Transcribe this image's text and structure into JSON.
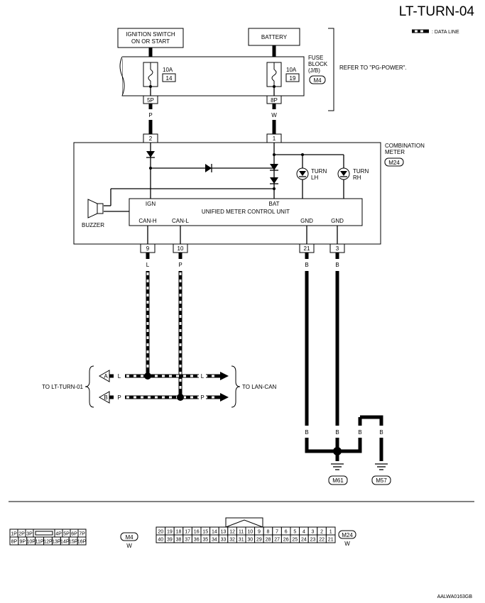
{
  "title": "LT-TURN-04",
  "legend": {
    "data_line": ": DATA LINE"
  },
  "ignition_switch": {
    "line1": "IGNITION SWITCH",
    "line2": "ON OR START"
  },
  "battery": "BATTERY",
  "fuse_block": {
    "line1": "FUSE",
    "line2": "BLOCK",
    "line3": "(J/B)",
    "connector": "M4",
    "refer": "REFER TO \"PG-POWER\".",
    "fuse_left": {
      "amp": "10A",
      "number": "14",
      "terminal": "5P",
      "wire": "P"
    },
    "fuse_right": {
      "amp": "10A",
      "number": "19",
      "terminal": "8P",
      "wire": "W"
    }
  },
  "combination_meter": {
    "line1": "COMBINATION",
    "line2": "METER",
    "connector": "M24",
    "pin_ign": "2",
    "pin_bat": "1",
    "turn_lh_1": "TURN",
    "turn_lh_2": "LH",
    "turn_rh_1": "TURN",
    "turn_rh_2": "RH",
    "ign": "IGN",
    "bat": "BAT",
    "unit": "UNIFIED METER CONTROL UNIT",
    "can_h": "CAN-H",
    "can_l": "CAN-L",
    "gnd1": "GND",
    "gnd2": "GND",
    "buzzer": "BUZZER",
    "pins": [
      "9",
      "10",
      "21",
      "3"
    ],
    "wires": [
      "L",
      "P",
      "B",
      "B"
    ]
  },
  "can": {
    "to_lt_turn": "TO LT-TURN-01",
    "to_lan_can": "TO LAN-CAN",
    "a": "A",
    "b": "B",
    "l_left": "L",
    "l_right": "L",
    "p_left": "P",
    "p_right": "P"
  },
  "ground": {
    "w1": "B",
    "w2": "B",
    "w3": "B",
    "w4": "B",
    "m61": "M61",
    "m57": "M57"
  },
  "connector_m4": {
    "row1": [
      "1P",
      "2P",
      "3P",
      "",
      "4P",
      "5P",
      "6P",
      "7P"
    ],
    "row2": [
      "8P",
      "9P",
      "10P",
      "11P",
      "12P",
      "13P",
      "14P",
      "15P",
      "16P"
    ],
    "id": "M4",
    "color": "W"
  },
  "connector_m24": {
    "row1": [
      "20",
      "19",
      "18",
      "17",
      "16",
      "15",
      "14",
      "13",
      "12",
      "11",
      "10",
      "9",
      "8",
      "7",
      "6",
      "5",
      "4",
      "3",
      "2",
      "1"
    ],
    "row2": [
      "40",
      "39",
      "38",
      "37",
      "36",
      "35",
      "34",
      "33",
      "32",
      "31",
      "30",
      "29",
      "28",
      "27",
      "26",
      "25",
      "24",
      "23",
      "22",
      "21"
    ],
    "id": "M24",
    "color": "W"
  },
  "code": "AALWA0163GB"
}
